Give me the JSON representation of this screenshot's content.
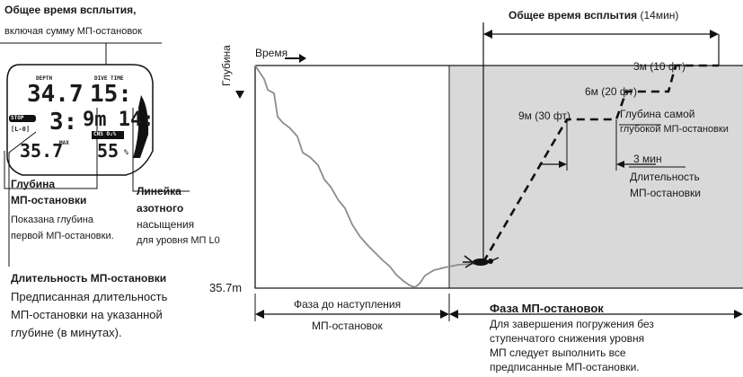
{
  "left": {
    "total_ascent_title": "Общее время всплытия,",
    "total_ascent_sub": "включая сумму МП-остановок",
    "stop_depth_title_1": "Глубина",
    "stop_depth_title_2": "МП-остановки",
    "stop_depth_desc_1": "Показана глубина",
    "stop_depth_desc_2": "первой МП-остановки.",
    "n2_bar_title_1": "Линейка",
    "n2_bar_title_2": "азотного",
    "n2_bar_desc_1": "насыщения",
    "n2_bar_desc_2": "для уровня МП L0",
    "stop_time_title": "Длительность МП-остановки",
    "stop_time_desc_1": "Предписанная длительность",
    "stop_time_desc_2": "МП-остановки на указанной",
    "stop_time_desc_3": "глубине (в минутах)."
  },
  "computer": {
    "depth_label": "DEPTH",
    "dive_time_label": "DIVE TIME",
    "depth_value": "34.7",
    "dive_time_value": "15:",
    "stop_badge": "STOP",
    "l_badge": "[L-0]",
    "stop_depth_value": "3:",
    "stop_time_value": "9m 14:",
    "max_depth_value": "35.7",
    "max_label": "MAX",
    "cns_label": "CNS O₂%",
    "cns_value": "55",
    "pct": "%"
  },
  "chart": {
    "axis_time": "Время",
    "axis_depth": "Глубина",
    "max_depth_label": "35.7m",
    "total_ascent_bold": "Общее время всплытия",
    "total_ascent_value": "(14мин)",
    "stop_3m": "3м (10 фт)",
    "stop_6m": "6м (20 фт)",
    "stop_9m": "9м (30 фт)",
    "deepest_stop_1": "Глубина самой",
    "deepest_stop_2": "глубокой МП-остановки",
    "three_min": "3 мин",
    "duration_1": "Длительность",
    "duration_2": "МП-остановки",
    "phase_pre_1": "Фаза до наступления",
    "phase_pre_2": "МП-остановок",
    "phase_deco_title": "Фаза МП-остановок",
    "phase_deco_1": "Для завершения погружения без",
    "phase_deco_2": "ступенчатого снижения уровня",
    "phase_deco_3": "МП следует выполнить все",
    "phase_deco_4": "предписанные МП-остановки."
  },
  "colors": {
    "deco_zone": "#d9d9d9",
    "profile": "#8c8c8c",
    "ink": "#1a1a1a"
  }
}
